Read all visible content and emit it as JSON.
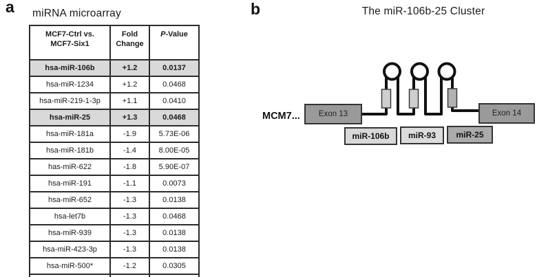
{
  "panel_a": {
    "label": "a",
    "title": "miRNA microarray",
    "table": {
      "header": {
        "col1_line1": "MCF7-Ctrl vs.",
        "col1_line2": "MCF7-Six1",
        "col2_line1": "Fold",
        "col2_line2": "Change",
        "col3_italic": "P",
        "col3_rest": "-Value"
      },
      "rows": [
        {
          "name": "hsa-miR-106b",
          "fold": "+1.2",
          "p": "0.0137",
          "highlight": true
        },
        {
          "name": "hsa-miR-1234",
          "fold": "+1.2",
          "p": "0.0468",
          "highlight": false
        },
        {
          "name": "hsa-miR-219-1-3p",
          "fold": "+1.1",
          "p": "0.0410",
          "highlight": false
        },
        {
          "name": "hsa-miR-25",
          "fold": "+1.3",
          "p": "0.0468",
          "highlight": true
        },
        {
          "name": "hsa-miR-181a",
          "fold": "-1.9",
          "p": "5.73E-06",
          "highlight": false
        },
        {
          "name": "hsa-miR-181b",
          "fold": "-1.4",
          "p": "8.00E-05",
          "highlight": false
        },
        {
          "name": "has-miR-622",
          "fold": "-1.8",
          "p": "5.90E-07",
          "highlight": false
        },
        {
          "name": "hsa-miR-191",
          "fold": "-1.1",
          "p": "0.0073",
          "highlight": false
        },
        {
          "name": "hsa-miR-652",
          "fold": "-1.3",
          "p": "0.0138",
          "highlight": false
        },
        {
          "name": "hsa-let7b",
          "fold": "-1.3",
          "p": "0.0468",
          "highlight": false
        },
        {
          "name": "hsa-miR-939",
          "fold": "-1.3",
          "p": "0.0138",
          "highlight": false
        },
        {
          "name": "hsa-miR-423-3p",
          "fold": "-1.3",
          "p": "0.0138",
          "highlight": false
        },
        {
          "name": "hsa-miR-500*",
          "fold": "-1.2",
          "p": "0.0305",
          "highlight": false
        }
      ]
    }
  },
  "panel_b": {
    "label": "b",
    "title": "The miR-106b-25 Cluster",
    "gene_label": "MCM7...",
    "exon_left": "Exon 13",
    "exon_right": "Exon 14",
    "mirnas": [
      "miR-106b",
      "miR-93",
      "miR-25"
    ]
  },
  "colors": {
    "exon_box_fill": "#9a9a9a",
    "mir_box_light_fill": "#d8d8d8",
    "mir_box_dark_fill": "#ababab",
    "stem_marker_light": "#cfcfcf",
    "stem_marker_dark": "#b2b2b2",
    "highlight_row_fill": "#d9d9d9",
    "line_color": "#111111",
    "table_border_color": "#2b2b2b"
  }
}
